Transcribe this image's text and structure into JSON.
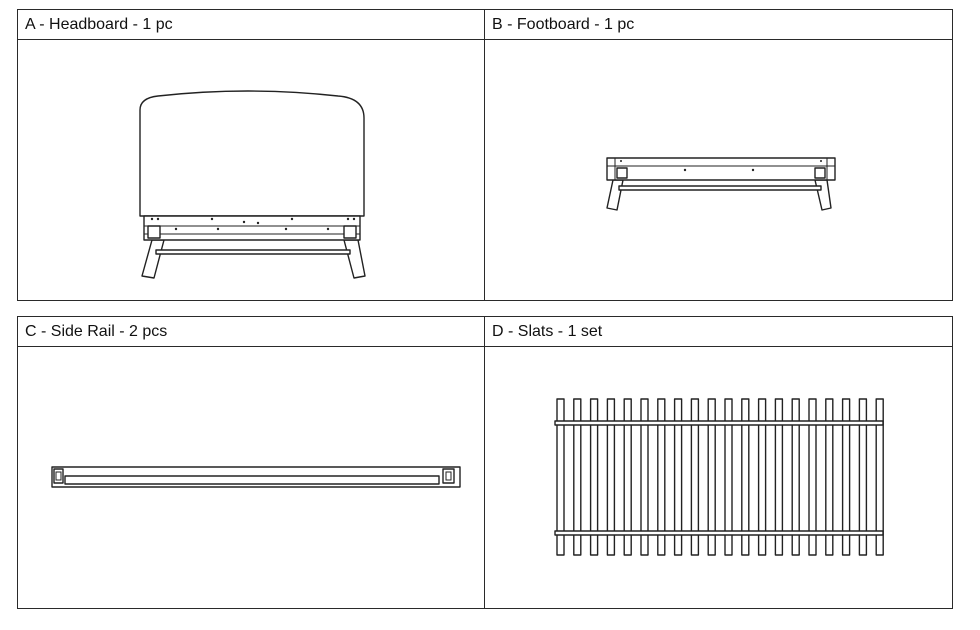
{
  "panels": {
    "headboard": {
      "label": "A - Headboard - 1 pc",
      "part_icon": "headboard-drawing"
    },
    "footboard": {
      "label": "B - Footboard - 1 pc",
      "part_icon": "footboard-drawing"
    },
    "side_rail": {
      "label": "C - Side Rail - 2 pcs",
      "part_icon": "side-rail-drawing"
    },
    "slats": {
      "label": "D - Slats - 1 set",
      "part_icon": "slats-drawing"
    }
  },
  "colors": {
    "line": "#222222",
    "border": "#2a2a2a",
    "background": "#ffffff"
  }
}
